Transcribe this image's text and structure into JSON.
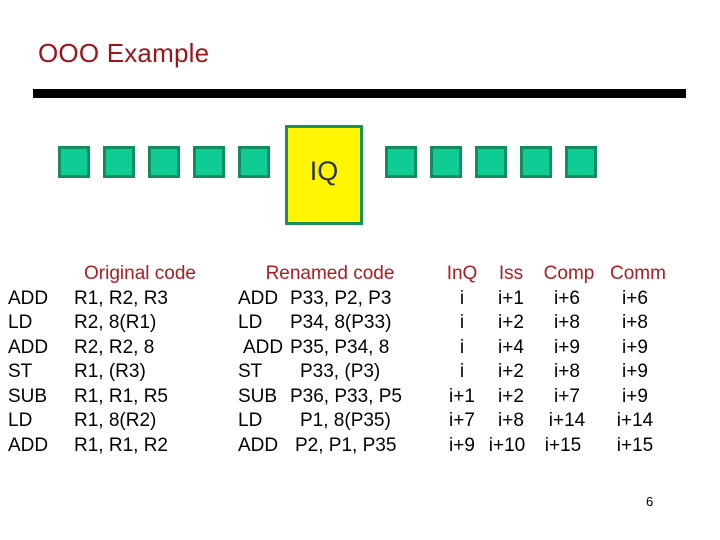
{
  "slide": {
    "title": "OOO Example",
    "page_number": "6"
  },
  "colors": {
    "title_red": "#9E1317",
    "header_red": "#B01B20",
    "slot_fill": "#0FCC95",
    "slot_border": "#138C5E",
    "iq_fill": "#FFF500",
    "iq_border": "#1B9157",
    "iq_text": "#2B3246",
    "rule": "#000000"
  },
  "diagram": {
    "iq_label": "IQ",
    "left_slots": [
      "slot-1",
      "slot-2",
      "slot-3",
      "slot-4",
      "slot-5"
    ],
    "right_slots": [
      "slot-6",
      "slot-7",
      "slot-8",
      "slot-9",
      "slot-10"
    ]
  },
  "table": {
    "headers": {
      "original": "Original code",
      "renamed": "Renamed code",
      "inq": "InQ",
      "iss": "Iss",
      "comp": "Comp",
      "comm": "Comm"
    },
    "rows": [
      {
        "op": "ADD",
        "args": "R1, R2, R3",
        "rop": "ADD",
        "rargs": "P33, P2, P3",
        "inq": "i",
        "iss": "i+1",
        "comp": "i+6",
        "comm": "i+6"
      },
      {
        "op": "LD",
        "args": "R2, 8(R1)",
        "rop": "LD",
        "rargs": "P34, 8(P33)",
        "inq": "i",
        "iss": "i+2",
        "comp": "i+8",
        "comm": "i+8"
      },
      {
        "op": "ADD",
        "args": "R2, R2, 8",
        "rop": "ADD",
        "rargs": "P35, P34, 8",
        "inq": "i",
        "iss": "i+4",
        "comp": "i+9",
        "comm": "i+9"
      },
      {
        "op": "ST",
        "args": "R1, (R3)",
        "rop": "ST",
        "rargs": "P33, (P3)",
        "inq": "i",
        "iss": "i+2",
        "comp": "i+8",
        "comm": "i+9"
      },
      {
        "op": "SUB",
        "args": "R1, R1, R5",
        "rop": "SUB",
        "rargs": "P36, P33, P5",
        "inq": "i+1",
        "iss": "i+2",
        "comp": "i+7",
        "comm": "i+9"
      },
      {
        "op": "LD",
        "args": "R1, 8(R2)",
        "rop": "LD",
        "rargs": "P1, 8(P35)",
        "inq": "i+7",
        "iss": "i+8",
        "comp": "i+14",
        "comm": "i+14"
      },
      {
        "op": "ADD",
        "args": "R1, R1, R2",
        "rop": "ADD",
        "rargs": "P2, P1, P35",
        "inq": "i+9",
        "iss": "i+10",
        "comp": "i+15",
        "comm": "i+15"
      }
    ]
  }
}
